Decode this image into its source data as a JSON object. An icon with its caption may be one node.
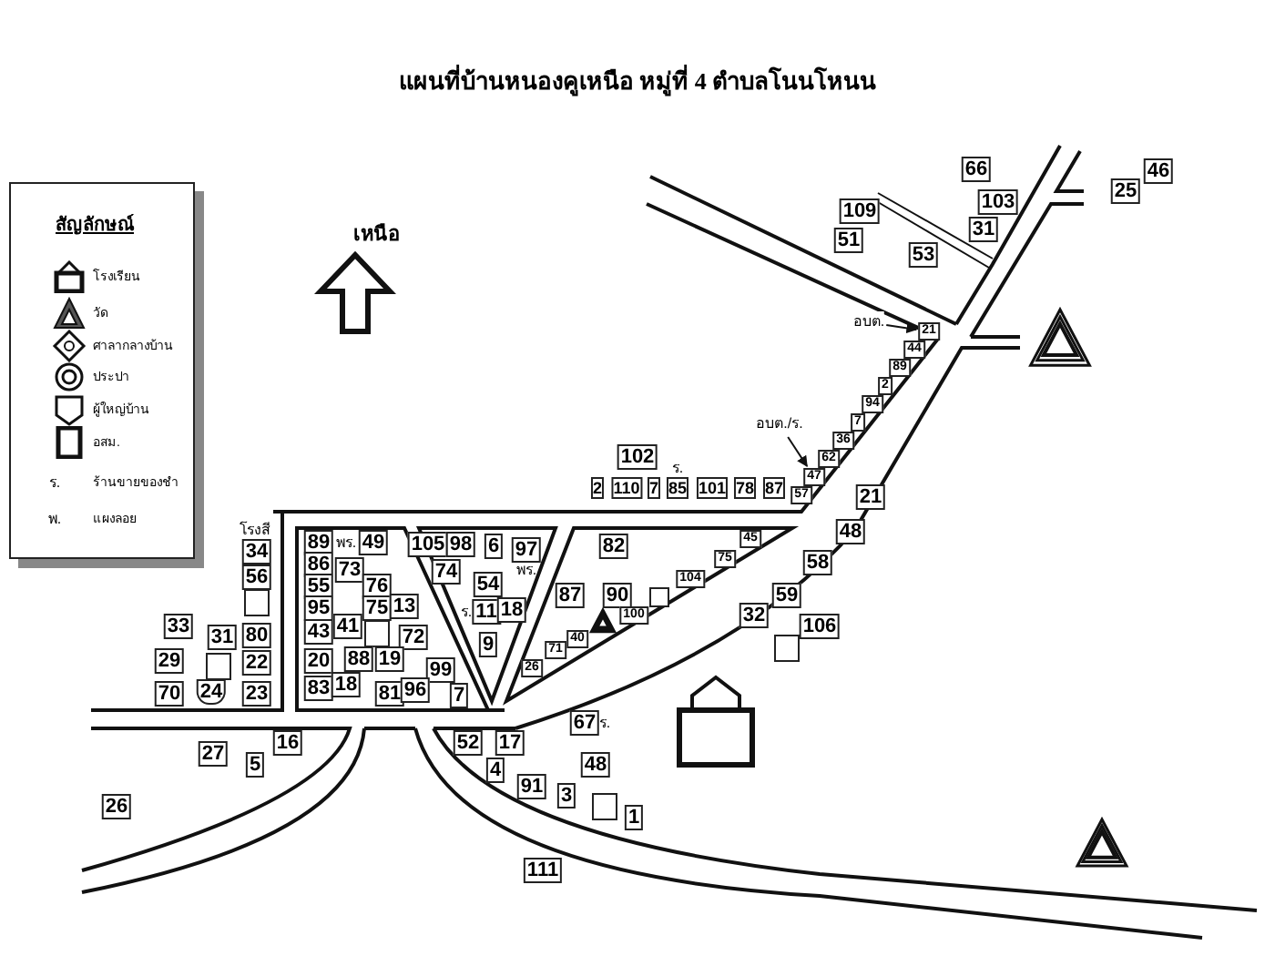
{
  "diagram": {
    "title": "แผนที่บ้านหนองคูเหนือ หมู่ที่ 4 ตำบลโนนโหนน",
    "nodes": [
      {
        "text": [
          "66"
        ]
      },
      {
        "text": [
          "46"
        ]
      },
      {
        "text": [
          "25"
        ]
      },
      {
        "text": [
          "103"
        ]
      },
      {
        "text": [
          "109"
        ]
      },
      {
        "text": [
          "31"
        ]
      },
      {
        "text": [
          "51"
        ]
      },
      {
        "text": [
          "53"
        ]
      },
      {
        "text": [
          "อบต."
        ]
      },
      {
        "text": [
          "21"
        ]
      },
      {
        "text": [
          "44"
        ]
      },
      {
        "text": [
          "89"
        ]
      },
      {
        "text": [
          "2"
        ]
      },
      {
        "text": [
          "94"
        ]
      },
      {
        "text": [
          "7"
        ]
      },
      {
        "text": [
          "36"
        ]
      },
      {
        "text": [
          "62"
        ]
      },
      {
        "text": [
          "47"
        ]
      },
      {
        "text": [
          "57"
        ]
      },
      {
        "text": [
          "อบต./ร."
        ]
      },
      {
        "text": [
          "102"
        ]
      },
      {
        "text": [
          "2"
        ]
      },
      {
        "text": [
          "110"
        ]
      },
      {
        "text": [
          "7"
        ]
      },
      {
        "text": [
          "85"
        ]
      },
      {
        "text": [
          "101"
        ]
      },
      {
        "text": [
          "78"
        ]
      },
      {
        "text": [
          "87"
        ]
      },
      {
        "text": [
          "34"
        ]
      },
      {
        "text": [
          "21"
        ]
      },
      {
        "text": [
          "82"
        ]
      },
      {
        "text": [
          "56"
        ]
      },
      {
        "text": [
          "48"
        ]
      },
      {
        "text": [
          "89"
        ]
      },
      {
        "text": [
          "49"
        ]
      },
      {
        "text": [
          "105"
        ]
      },
      {
        "text": [
          "98"
        ]
      },
      {
        "text": [
          "6"
        ]
      },
      {
        "text": [
          "97"
        ]
      },
      {
        "text": [
          "45"
        ]
      },
      {
        "text": [],
        "shape": "box"
      },
      {
        "text": [
          "58"
        ]
      },
      {
        "text": [
          "75"
        ]
      },
      {
        "text": [
          "86"
        ]
      },
      {
        "text": [
          "73"
        ]
      },
      {
        "text": [
          "74"
        ]
      },
      {
        "text": [
          "104"
        ]
      },
      {
        "text": [
          "55"
        ]
      },
      {
        "text": [
          "76"
        ]
      },
      {
        "text": [
          "54"
        ]
      },
      {
        "text": [
          "80"
        ]
      },
      {
        "text": [
          "87"
        ]
      },
      {
        "text": [
          "90"
        ]
      },
      {
        "text": [],
        "shape": "box"
      },
      {
        "text": [
          "59"
        ]
      },
      {
        "text": [
          "95"
        ]
      },
      {
        "text": [
          "75"
        ]
      },
      {
        "text": [
          "13"
        ]
      },
      {
        "text": [
          "11"
        ]
      },
      {
        "text": [
          "18"
        ]
      },
      {
        "text": [
          "32"
        ]
      },
      {
        "text": [
          "22"
        ]
      },
      {
        "text": [
          "100"
        ]
      },
      {
        "text": [
          "33"
        ]
      },
      {
        "text": [
          "43"
        ]
      },
      {
        "text": [
          "41"
        ]
      },
      {
        "text": [],
        "shape": "box"
      },
      {
        "text": [
          "72"
        ]
      },
      {
        "text": [
          "106"
        ]
      },
      {
        "text": [
          "31"
        ]
      },
      {
        "text": [
          "23"
        ]
      },
      {
        "text": [
          "9"
        ]
      },
      {
        "text": [],
        "shape": "box"
      },
      {
        "text": [
          "40"
        ]
      },
      {
        "text": [
          "29"
        ]
      },
      {
        "text": [],
        "shape": "box"
      },
      {
        "text": [
          "20"
        ]
      },
      {
        "text": [
          "88"
        ]
      },
      {
        "text": [
          "19"
        ]
      },
      {
        "text": [
          "71"
        ]
      },
      {
        "text": [
          "99"
        ]
      },
      {
        "text": [
          "26"
        ]
      },
      {
        "text": [
          "83"
        ]
      },
      {
        "text": [
          "18"
        ]
      },
      {
        "text": [
          "81"
        ]
      },
      {
        "text": [
          "96"
        ]
      },
      {
        "text": [
          "7"
        ]
      },
      {
        "text": [
          "70"
        ]
      },
      {
        "text": [
          "24"
        ]
      },
      {
        "text": [
          "67"
        ]
      },
      {
        "text": [
          "16"
        ]
      },
      {
        "text": [
          "52"
        ]
      },
      {
        "text": [
          "17"
        ]
      },
      {
        "text": [
          "27"
        ]
      },
      {
        "text": [
          "5"
        ]
      },
      {
        "text": [
          "48"
        ]
      },
      {
        "text": [
          "4"
        ]
      },
      {
        "text": [
          "91"
        ]
      },
      {
        "text": [
          "3"
        ]
      },
      {
        "text": [],
        "shape": "box"
      },
      {
        "text": [
          "26"
        ]
      },
      {
        "text": [
          "1"
        ]
      },
      {
        "text": [
          "111"
        ]
      }
    ],
    "edges": [
      {
        "from": 8,
        "to": 9,
        "arrow": "to"
      },
      {
        "from": 19,
        "to": 17,
        "arrow": "to"
      }
    ],
    "labels": [
      "สัญลักษณ์",
      "ร.",
      "พ.",
      "เหนือ",
      "โรงสี",
      "พร.",
      "พร.",
      "ร.",
      "ร.",
      "ร."
    ],
    "legend": [
      {
        "text": "โรงเรียน"
      },
      {
        "text": "วัด"
      },
      {
        "text": "ศาลากลางบ้าน"
      },
      {
        "text": "ประปา"
      },
      {
        "text": "ผู้ใหญ่บ้าน"
      },
      {
        "text": "อสม."
      },
      {
        "text": "ร้านขายของชำ"
      },
      {
        "text": "แผงลอย"
      }
    ]
  }
}
